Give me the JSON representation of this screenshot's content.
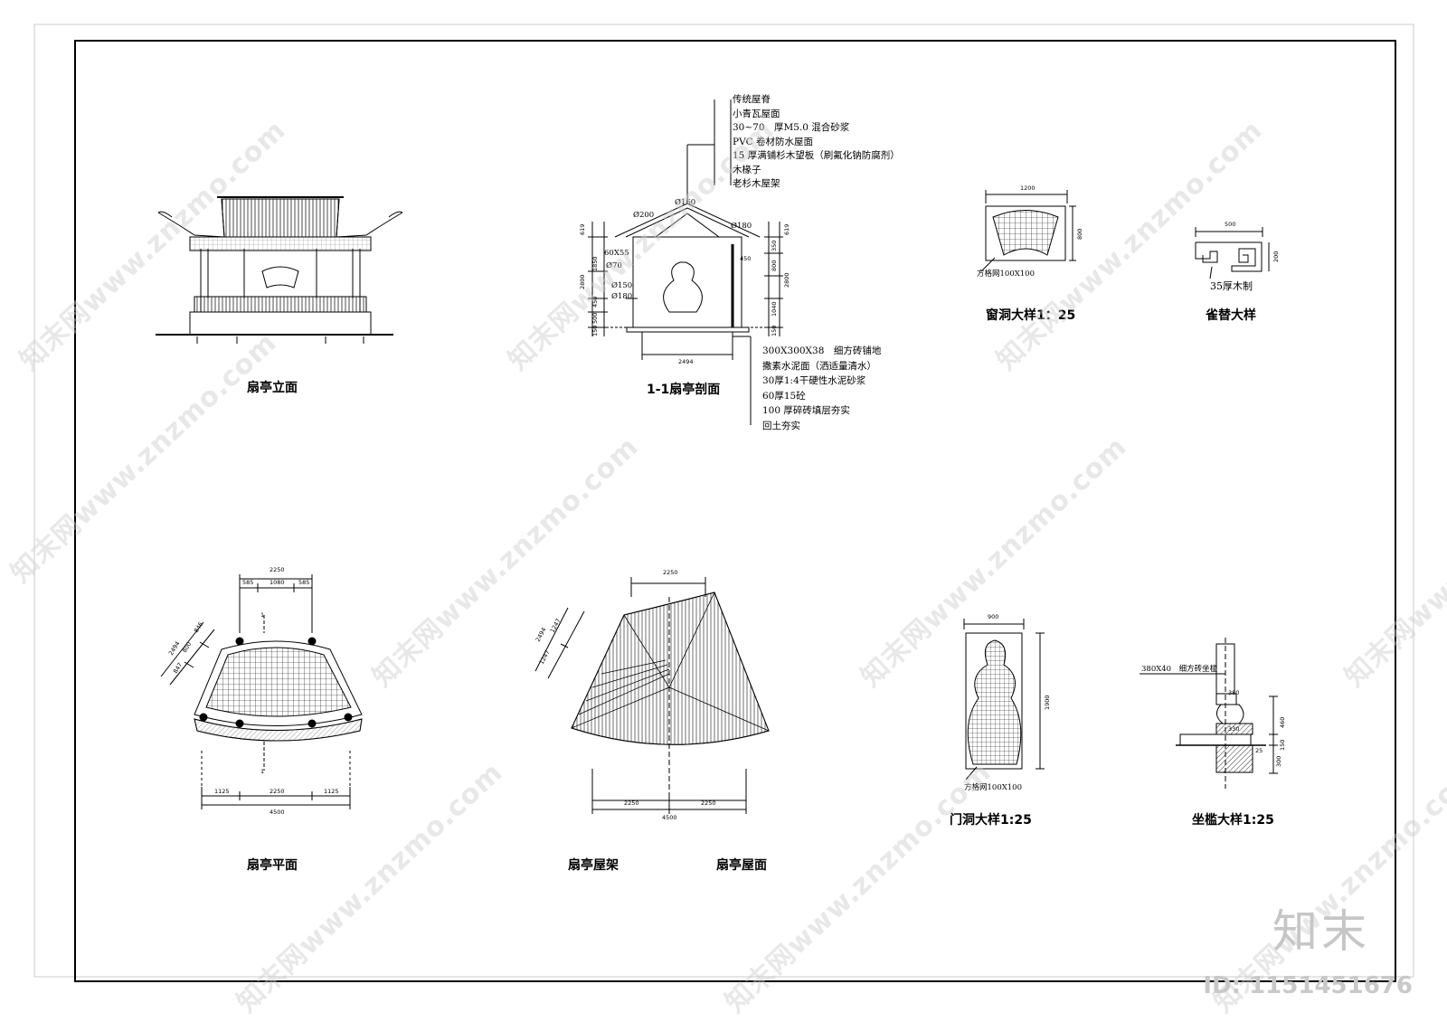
{
  "titles": {
    "elevation": "扇亭立面",
    "section": "1-1扇亭剖面",
    "window_detail": "窗洞大样1：25",
    "bracket_detail": "雀替大样",
    "plan": "扇亭平面",
    "roof_frame": "扇亭屋架",
    "roof_plan": "扇亭屋面",
    "door_detail": "门洞大样1:25",
    "seat_detail": "坐槛大样1:25"
  },
  "roof_layers": [
    "传统屋脊",
    "小青瓦屋面",
    "30~70　厚M5.0 混合砂浆",
    "PVC 卷材防水屋面",
    "15 厚满铺杉木望板（刷氟化钠防腐剂）",
    "木椽子",
    "老杉木屋架"
  ],
  "floor_layers": [
    "300X300X38　细方砖铺地",
    "撒素水泥面（洒适量清水）",
    "30厚1:4干硬性水泥砂浆",
    "60厚15砼",
    "100 厚碎砖填层夯实",
    "回土夯实"
  ],
  "section_labels": {
    "d200": "Ø200",
    "d160": "Ø160",
    "d180_top": "Ø180",
    "s60x55": "60X55",
    "d70": "Ø70",
    "d150": "Ø150",
    "d180_low": "Ø180",
    "w2494": "2494"
  },
  "section_dims_left": [
    "619",
    "1850",
    "2800",
    "450",
    "500",
    "150"
  ],
  "section_dims_right": [
    "619",
    "350",
    "800",
    "450",
    "2800",
    "1040",
    "150"
  ],
  "window": {
    "width": "1200",
    "height": "800",
    "note": "方格网100X100"
  },
  "bracket": {
    "width": "500",
    "height": "200",
    "note": "35厚木制"
  },
  "plan": {
    "top_total": "2250",
    "top_parts": [
      "585",
      "1080",
      "585"
    ],
    "bottom_parts": [
      "1125",
      "2250",
      "1125"
    ],
    "bottom_total": "4500",
    "side_total": "2494",
    "side_parts": [
      "846",
      "800",
      "847"
    ],
    "cut_mark": "1"
  },
  "roof": {
    "top": "2250",
    "side_total": "2494",
    "side_parts": [
      "1247",
      "1247"
    ],
    "bottom_parts": [
      "2250",
      "2250"
    ],
    "bottom_total": "4500"
  },
  "door": {
    "width": "900",
    "height": "1900",
    "note": "方格网100X100"
  },
  "seat": {
    "note": "380X40　细方砖坐槛",
    "d1": "380",
    "d2": "330",
    "d3": "460",
    "d4": "150",
    "d5": "300",
    "d6": "25"
  },
  "watermarks": [
    "知末网www.znzmo.com"
  ],
  "brand": "知末",
  "id_tag": "ID: 1151451676",
  "colors": {
    "ink": "#000000",
    "watermark": "#cdcdcd"
  }
}
